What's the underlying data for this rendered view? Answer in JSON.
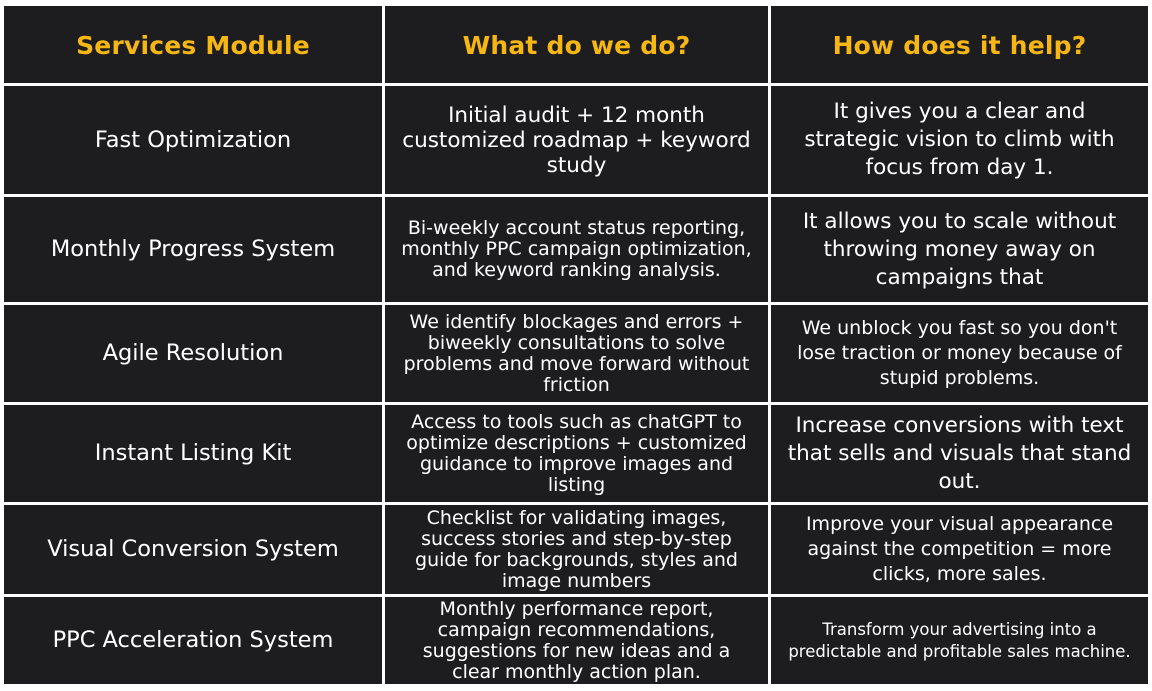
{
  "table": {
    "headers": [
      "Services Module",
      "What do we do?",
      "How does it help?"
    ],
    "rows": [
      {
        "module": "Fast Optimization",
        "what": "Initial audit + 12 month customized roadmap + keyword study",
        "help": "It gives you a clear and strategic vision to climb with focus from day 1."
      },
      {
        "module": "Monthly Progress System",
        "what": "Bi-weekly account status reporting, monthly PPC campaign optimization, and keyword ranking analysis.",
        "help": "It allows you to scale without throwing money away on campaigns that"
      },
      {
        "module": "Agile Resolution",
        "what": "We identify blockages and errors + biweekly consultations to solve problems and move forward without friction",
        "help": "We unblock you fast so you don't lose traction or money because of stupid problems."
      },
      {
        "module": "Instant Listing Kit",
        "what": "Access to tools such as chatGPT to optimize descriptions + customized guidance to improve images and listing",
        "help": "Increase conversions with text that sells and visuals that stand out."
      },
      {
        "module": "Visual Conversion System",
        "what": "Checklist for validating images, success stories and step-by-step guide for backgrounds, styles and image numbers",
        "help": "Improve your visual appearance against the competition = more clicks, more sales."
      },
      {
        "module": "PPC Acceleration System",
        "what": "Monthly performance report, campaign recommendations, suggestions for new ideas and a clear monthly action plan.",
        "help": "Transform your advertising into a predictable and profitable sales machine."
      }
    ]
  },
  "colors": {
    "cell_background": "#1d1d1f",
    "header_text": "#f6b614",
    "body_text": "#ffffff",
    "grid_lines": "#ffffff"
  }
}
